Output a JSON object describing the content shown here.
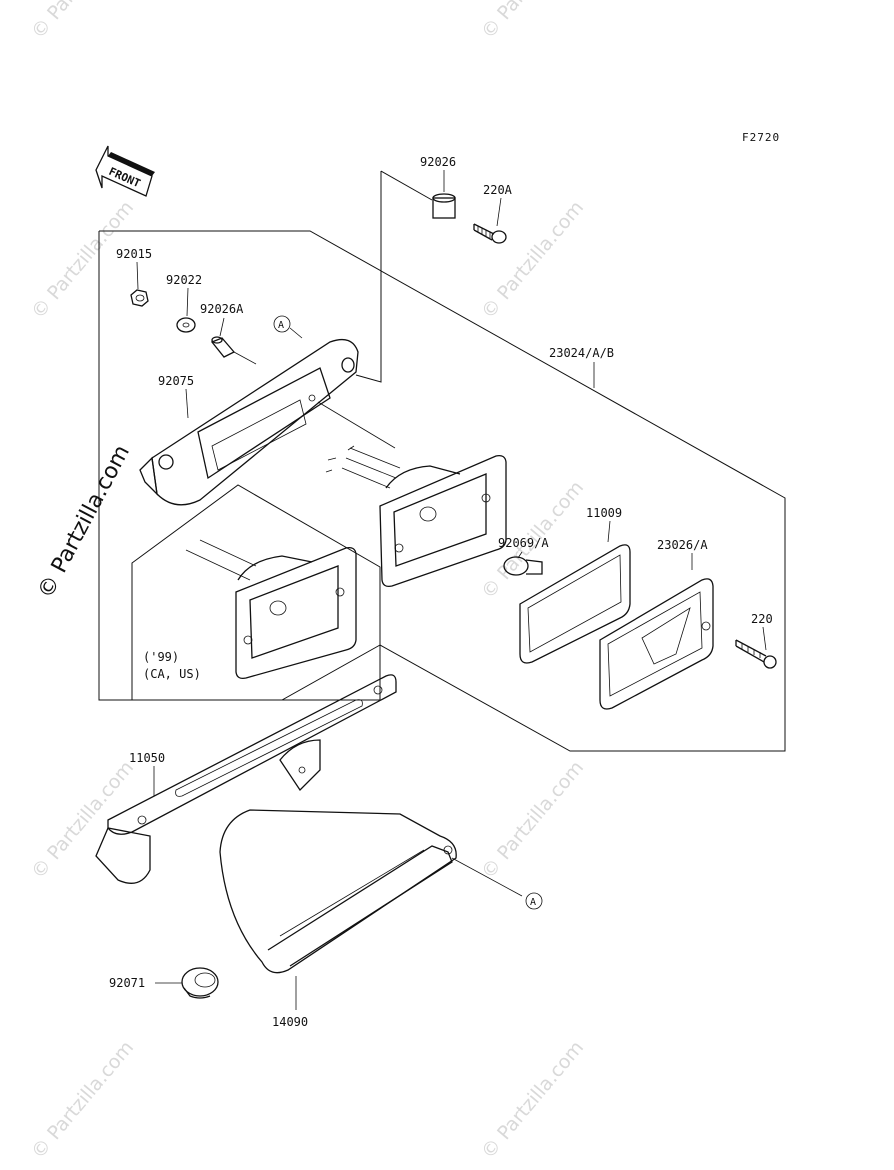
{
  "figure_code": "F2720",
  "front_arrow_text": "FRONT",
  "watermark_text": "© Partzilla.com",
  "callouts": [
    {
      "id": "92026",
      "text": "92026"
    },
    {
      "id": "220A",
      "text": "220A"
    },
    {
      "id": "92015",
      "text": "92015"
    },
    {
      "id": "92022",
      "text": "92022"
    },
    {
      "id": "92026A",
      "text": "92026A"
    },
    {
      "id": "92075",
      "text": "92075"
    },
    {
      "id": "23024",
      "text": "23024/A/B"
    },
    {
      "id": "11009",
      "text": "11009"
    },
    {
      "id": "92069",
      "text": "92069/A"
    },
    {
      "id": "23026",
      "text": "23026/A"
    },
    {
      "id": "220",
      "text": "220"
    },
    {
      "id": "11050",
      "text": "11050"
    },
    {
      "id": "92071",
      "text": "92071"
    },
    {
      "id": "14090",
      "text": "14090"
    }
  ],
  "ref_marker": "A",
  "variant_note": {
    "line1": "('99)",
    "line2": "(CA, US)"
  }
}
